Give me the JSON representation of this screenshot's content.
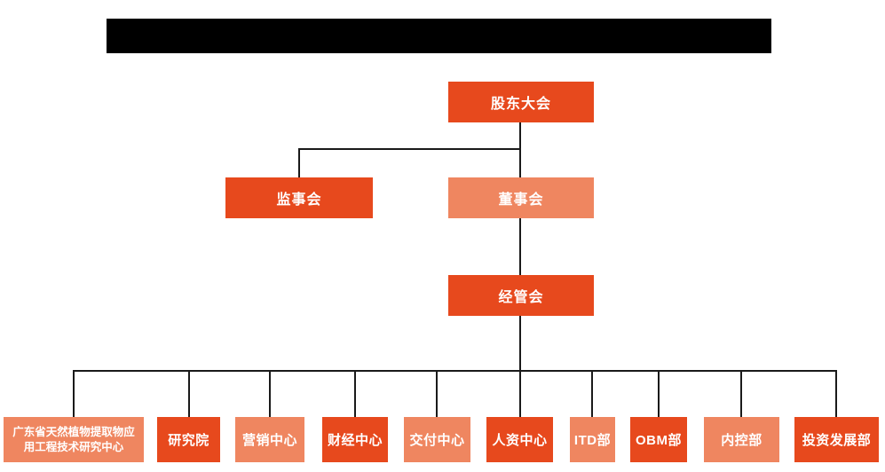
{
  "colors": {
    "title_bar": "#000000",
    "node_dark": "#e7491d",
    "node_light": "#ef8660",
    "node_text": "#ffffff",
    "connector": "#1a1a1a",
    "background": "#ffffff"
  },
  "nodes": {
    "shareholders": {
      "label": "股东大会",
      "variant": "dark"
    },
    "supervisory": {
      "label": "监事会",
      "variant": "dark"
    },
    "board": {
      "label": "董事会",
      "variant": "light"
    },
    "management": {
      "label": "经管会",
      "variant": "dark"
    },
    "departments": [
      {
        "label": "广东省天然植物提取物应用工程技术研究中心",
        "variant": "light"
      },
      {
        "label": "研究院",
        "variant": "dark"
      },
      {
        "label": "营销中心",
        "variant": "light"
      },
      {
        "label": "财经中心",
        "variant": "dark"
      },
      {
        "label": "交付中心",
        "variant": "light"
      },
      {
        "label": "人资中心",
        "variant": "dark"
      },
      {
        "label": "ITD部",
        "variant": "light"
      },
      {
        "label": "OBM部",
        "variant": "dark"
      },
      {
        "label": "内控部",
        "variant": "light"
      },
      {
        "label": "投资发展部",
        "variant": "dark"
      }
    ]
  }
}
